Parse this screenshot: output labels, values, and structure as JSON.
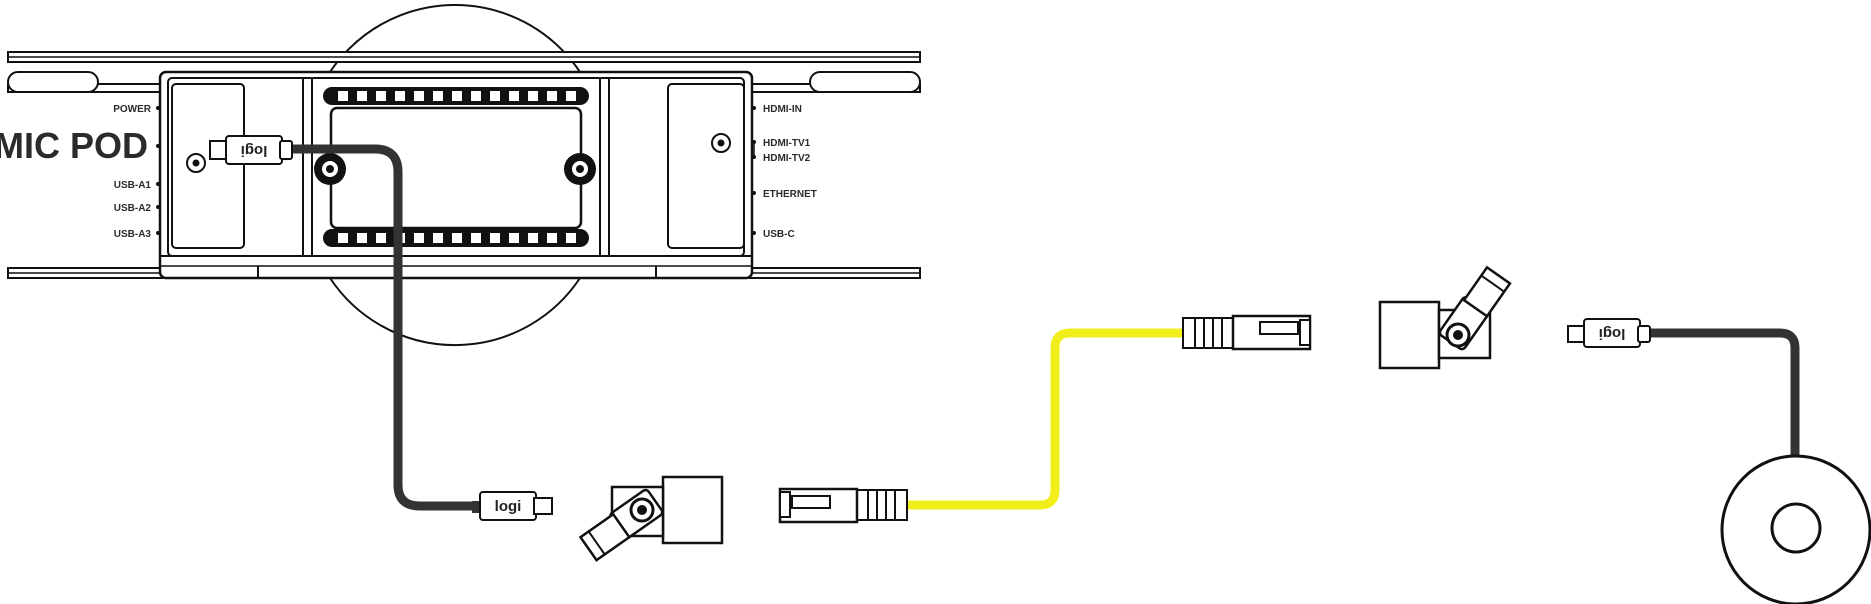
{
  "hub": {
    "mic_pod_label": "MIC POD",
    "left_ports": [
      "POWER",
      "USB-A1",
      "USB-A2",
      "USB-A3"
    ],
    "right_ports": [
      "HDMI-IN",
      "HDMI-TV1",
      "HDMI-TV2",
      "ETHERNET",
      "USB-C"
    ]
  },
  "connectors": {
    "logo_text": "logi"
  },
  "colors": {
    "usb_cable": "#333333",
    "ethernet_cable": "#f2ee1c",
    "line": "#111111"
  }
}
